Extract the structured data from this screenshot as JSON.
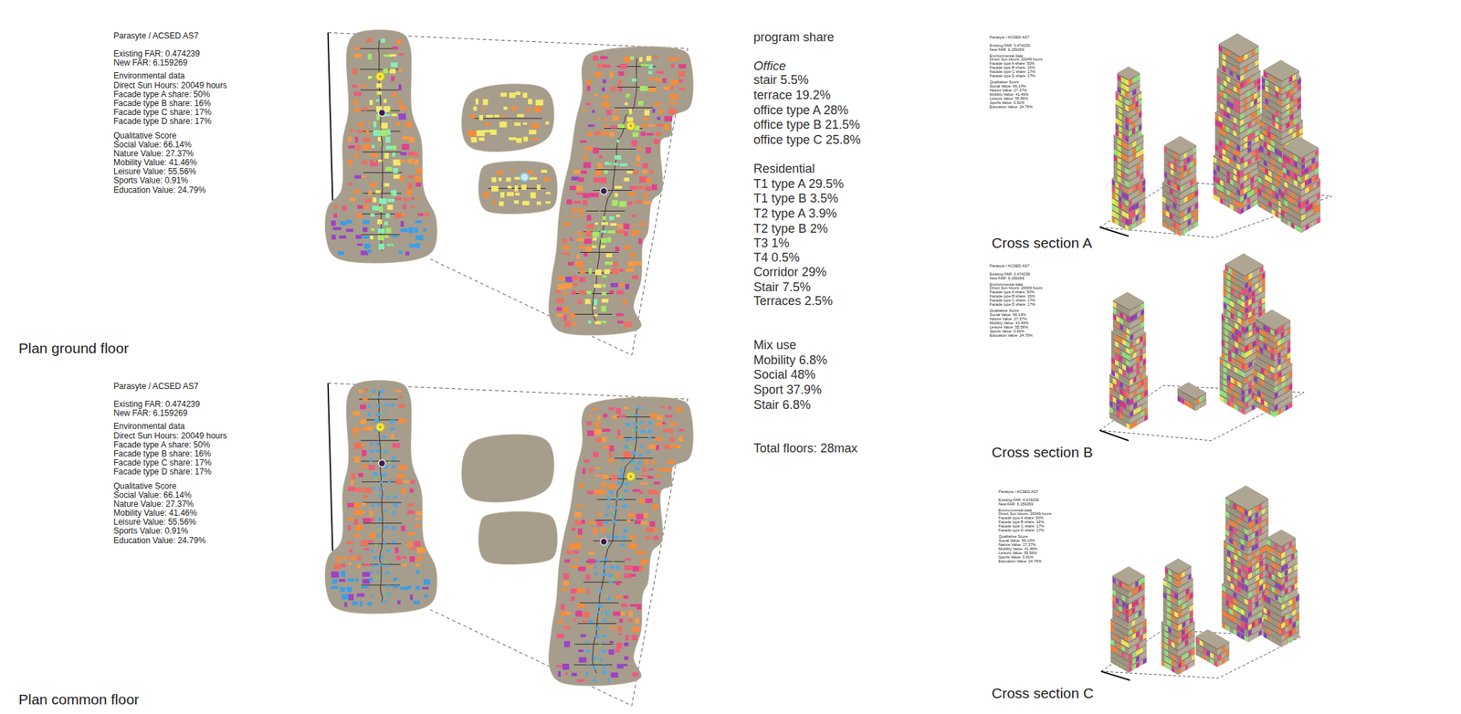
{
  "diagram": {
    "labels": [
      "Parasyte / ACSED AS7",
      "Existing FAR: 0.474239",
      "New FAR: 6.159269",
      "Environmental data",
      "Direct Sun Hours: 20049 hours",
      "Facade type A share: 50%",
      "Facade type B share: 16%",
      "Facade type C share: 17%",
      "Facade type D share: 17%",
      "Qualitative Score",
      "Social Value: 66.14%",
      "Nature Value: 27.37%",
      "Mobility Value: 41.46%",
      "Leisure Value: 55.56%",
      "Sports Value: 0.91%",
      "Education Value: 24.79%",
      "Plan ground floor",
      "Parasyte / ACSED AS7",
      "Existing FAR: 0.474239",
      "New FAR: 6.159269",
      "Environmental data",
      "Direct Sun Hours: 20049 hours",
      "Facade type A share: 50%",
      "Facade type B share: 16%",
      "Facade type C share: 17%",
      "Facade type D share: 17%",
      "Qualitative Score",
      "Social Value: 66.14%",
      "Nature Value: 27.37%",
      "Mobility Value: 41.46%",
      "Leisure Value: 55.56%",
      "Sports Value: 0.91%",
      "Education Value: 24.79%",
      "Plan common floor",
      "program share",
      "Office",
      "stair 5.5%",
      "terrace 19.2%",
      "office type A 28%",
      "office type B 21.5%",
      "office type C 25.8%",
      "Residential",
      "T1 type A 29.5%",
      "T1 type B 3.5%",
      "T2 type A 3.9%",
      "T2 type B 2%",
      "T3 1%",
      "T4 0.5%",
      "Corridor 29%",
      "Stair 7.5%",
      "Terraces 2.5%",
      "Mix use",
      "Mobility 6.8%",
      "Social 48%",
      "Sport 37.9%",
      "Stair 6.8%",
      "Total floors: 28max",
      "Parasyte / ACSED AS7",
      "Existing FAR: 0.474239",
      "New FAR: 6.159269",
      "Environmental data",
      "Direct Sun Hours: 20049 hours",
      "Facade type A share: 50%",
      "Facade type B share: 16%",
      "Facade type C share: 17%",
      "Facade type D share: 17%",
      "Qualitative Score",
      "Social Value: 66.14%",
      "Nature Value: 27.37%",
      "Mobility Value: 41.46%",
      "Leisure Value: 55.56%",
      "Sports Value: 0.91%",
      "Education Value: 24.79%",
      "Cross section A",
      "Parasyte / ACSED AS7",
      "Existing FAR: 0.474239",
      "New FAR: 6.159269",
      "Environmental data",
      "Direct Sun Hours: 20049 hours",
      "Facade type A share: 50%",
      "Facade type B share: 16%",
      "Facade type C share: 17%",
      "Facade type D share: 17%",
      "Qualitative Score",
      "Social Value: 66.14%",
      "Nature Value: 27.37%",
      "Mobility Value: 41.46%",
      "Leisure Value: 55.56%",
      "Sports Value: 0.91%",
      "Education Value: 24.79%",
      "Cross section B",
      "Parasyte / ACSED AS7",
      "Existing FAR: 0.474239",
      "New FAR: 6.159269",
      "Environmental data",
      "Direct Sun Hours: 20049 hours",
      "Facade type A share: 50%",
      "Facade type B share: 16%",
      "Facade type C share: 17%",
      "Facade type D share: 17%",
      "Qualitative Score",
      "Social Value: 66.14%",
      "Nature Value: 27.37%",
      "Mobility Value: 41.46%",
      "Leisure Value: 55.56%",
      "Sports Value: 0.91%",
      "Education Value: 24.79%",
      "Cross section C"
    ]
  }
}
